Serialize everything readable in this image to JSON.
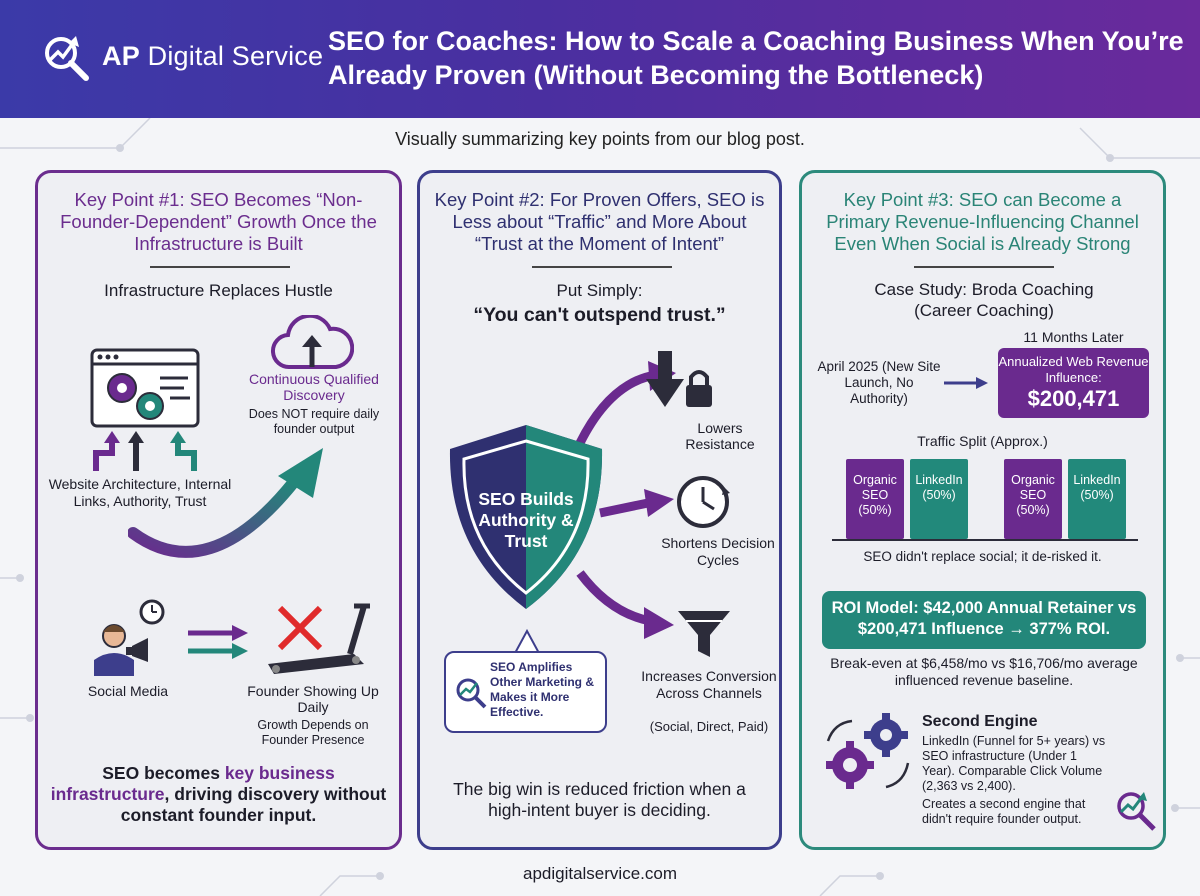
{
  "header": {
    "brand_initials": "AP",
    "brand_rest": "Digital Service",
    "title": "SEO for Coaches: How to Scale a Coaching Business When You’re Already Proven (Without Becoming the Bottleneck)"
  },
  "subtitle": "Visually summarizing key points from our blog post.",
  "panel1": {
    "title": "Key Point #1: SEO Becomes “Non-Founder-Dependent” Growth Once the Infrastructure is Built",
    "heading": "Infrastructure Replaces Hustle",
    "discovery_title": "Continuous Qualified Discovery",
    "discovery_note": "Does NOT require daily founder output",
    "infra_label": "Website Architecture, Internal Links, Authority, Trust",
    "social_label": "Social Media",
    "founder_label": "Founder Showing Up Daily",
    "founder_note": "Growth Depends on Founder Presence",
    "summary_pre": "SEO becomes ",
    "summary_highlight": "key business infrastructure",
    "summary_post": ", driving discovery without constant founder input."
  },
  "panel2": {
    "title": "Key Point #2: For Proven Offers, SEO is Less about “Traffic” and More About “Trust at the Moment of Intent”",
    "put_simply": "Put Simply:",
    "quote": "“You can't outspend trust.”",
    "shield_text": "SEO Builds Authority & Trust",
    "benefit1": "Lowers Resistance",
    "benefit2": "Shortens Decision Cycles",
    "benefit3": "Increases Conversion Across Channels",
    "benefit3_note": "(Social, Direct, Paid)",
    "callout": "SEO Amplifies Other Marketing & Makes it More Effective.",
    "summary": "The big win is reduced friction when a high-intent buyer is deciding."
  },
  "panel3": {
    "title": "Key Point #3: SEO can Become a Primary Revenue-Influencing Channel Even When Social is Already Strong",
    "case_study": "Case Study: Broda Coaching (Career Coaching)",
    "later": "11 Months Later",
    "launch": "April 2025 (New Site Launch, No Authority)",
    "revenue_label": "Annualized Web Revenue Influence:",
    "revenue_value": "$200,471",
    "traffic_title": "Traffic Split (Approx.)",
    "bar_organic": "Organic SEO (50%)",
    "bar_linkedin": "LinkedIn (50%)",
    "derisk": "SEO didn't replace social; it de-risked it.",
    "roi": "ROI Model: $42,000 Annual Retainer vs $200,471 Influence → 377% ROI.",
    "breakeven": "Break-even at $6,458/mo vs $16,706/mo average influenced revenue baseline.",
    "engine_title": "Second Engine",
    "engine_text1": "LinkedIn (Funnel for 5+ years) vs SEO infrastructure (Under 1 Year). Comparable Click Volume (2,363 vs 2,400).",
    "engine_text2": "Creates a second engine that didn't require founder output."
  },
  "footer": "apdigitalservice.com",
  "colors": {
    "purple": "#6a2a8e",
    "teal": "#23877a",
    "navy": "#3d3e8c"
  }
}
